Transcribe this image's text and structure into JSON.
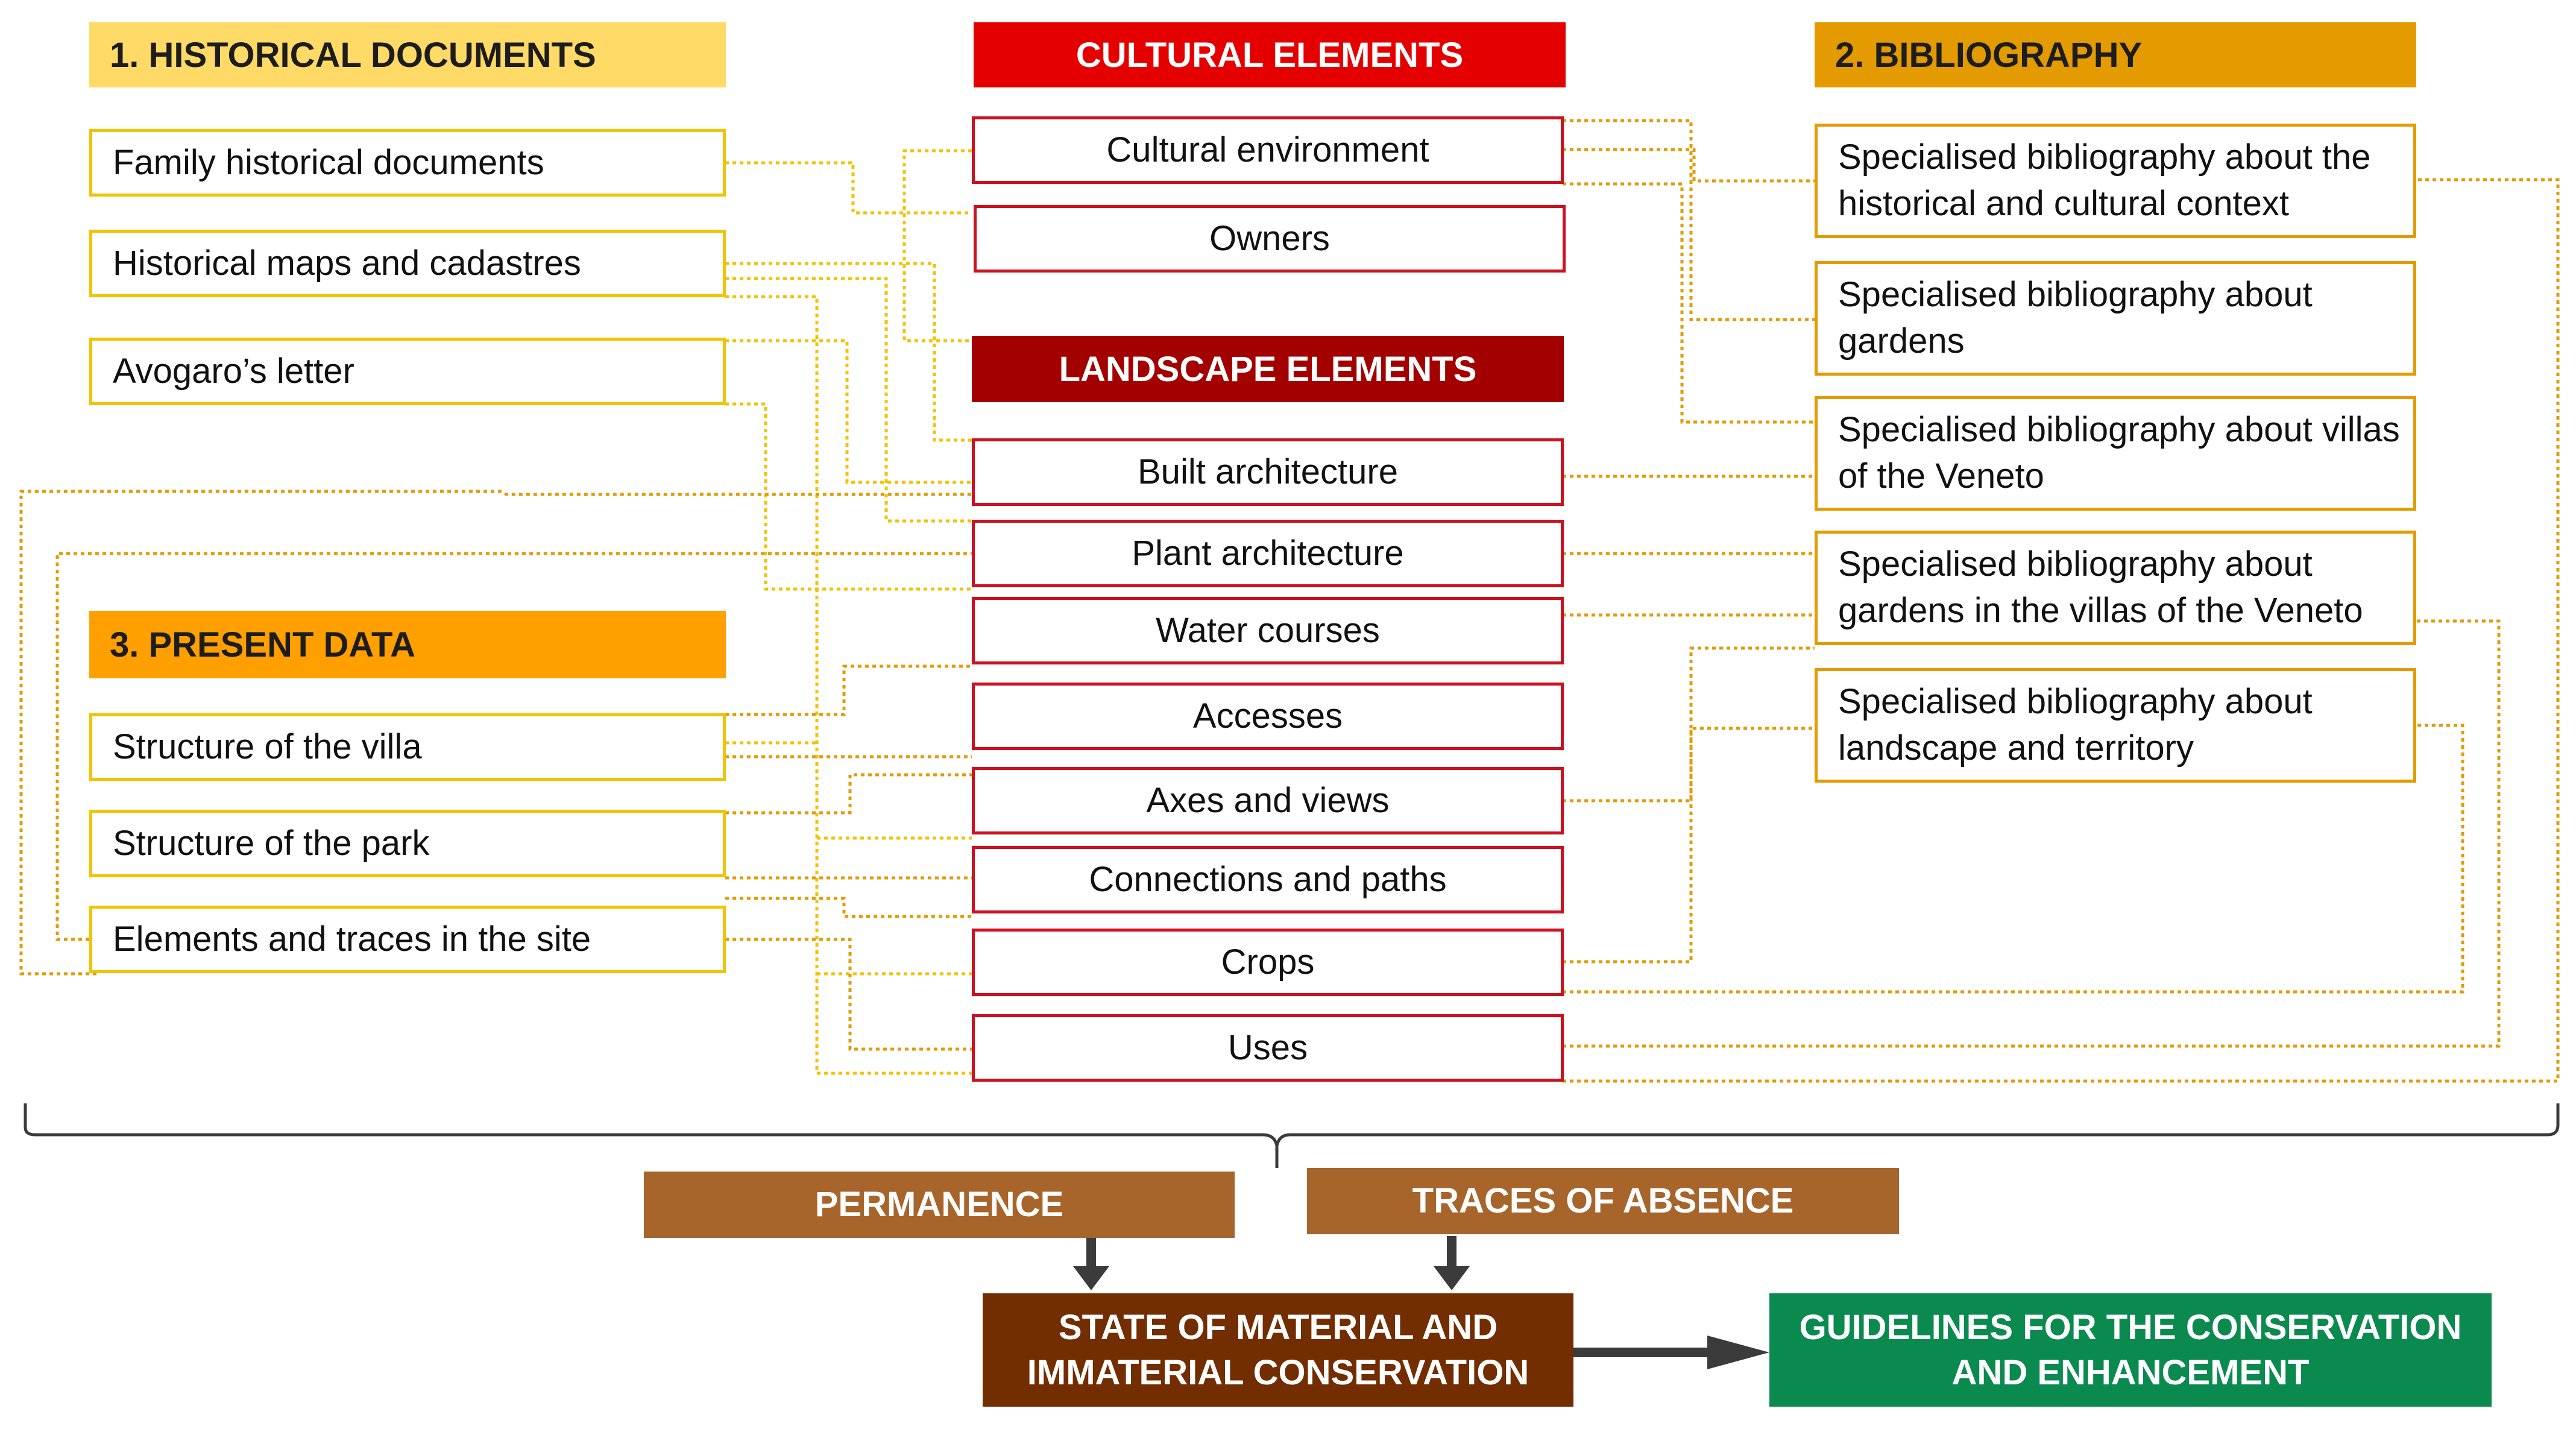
{
  "historical_documents": {
    "heading": "1. HISTORICAL DOCUMENTS",
    "heading_color": "#ffda66",
    "items": [
      "Family historical documents",
      "Historical maps and cadastres",
      "Avogaro’s letter"
    ]
  },
  "present_data": {
    "heading": "3. PRESENT DATA",
    "heading_color": "#ffa000",
    "items": [
      "Structure of the villa",
      "Structure of the park",
      "Elements and traces in the site"
    ]
  },
  "cultural_elements": {
    "heading": "CULTURAL ELEMENTS",
    "heading_color": "#e50000",
    "items": [
      "Cultural environment",
      "Owners"
    ]
  },
  "landscape_elements": {
    "heading": "LANDSCAPE ELEMENTS",
    "heading_color": "#a30000",
    "items": [
      "Built architecture",
      "Plant architecture",
      "Water courses",
      "Accesses",
      "Axes and views",
      "Connections and paths",
      "Crops",
      "Uses"
    ]
  },
  "bibliography": {
    "heading": "2. BIBLIOGRAPHY",
    "heading_color": "#e39b00",
    "items": [
      "Specialised bibliography about the historical and cultural context",
      "Specialised bibliography about gardens",
      "Specialised bibliography about villas of the Veneto",
      "Specialised bibliography about gardens in the villas of the Veneto",
      "Specialised bibliography about landscape and territory"
    ]
  },
  "outcomes": {
    "permanence": "PERMANENCE",
    "traces_of_absence": "TRACES OF ABSENCE",
    "state_of_conservation": "STATE OF MATERIAL AND IMMATERIAL CONSERVATION",
    "guidelines": "GUIDELINES FOR THE CONSERVATION AND ENHANCEMENT",
    "light_brown": "#a7652b",
    "dark_brown": "#722d00",
    "green": "#0a8a4f"
  }
}
